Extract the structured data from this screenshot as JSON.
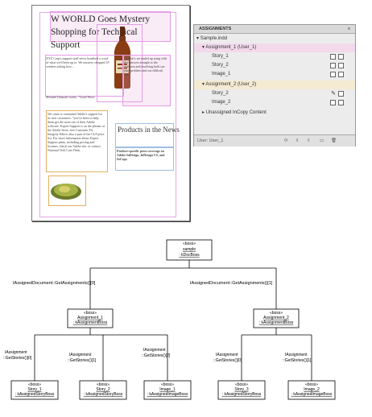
{
  "doc": {
    "headline": "W WORLD Goes Mystery Shopping for Technical Support",
    "intro_text": "XYZ Corp's support staff never breathed a word of what we'd been up to. We mystery shopped 18 vendors asking how...",
    "pull_quote": "\"Adobe's we ended up tying with the answers straight to the question and resolving both our easy problem and our difficult one.\"",
    "author_line": "Michael Dumont writes, \"Good News",
    "sidebar_text": "We came to commend Adobe's support for its new customers: \"you've been to help them get the most out of their Adobe software. Expert Support is on the phones at the Adobe Store, free Customer Fit, Integrity Editor, also a part of the CLP price list. For more information about Expert Support plans, including pricing and licenses, check our Adobe site, or contact National Tech Care Desk.",
    "news_heading": "Products in the News",
    "news_text": "Product-specific press coverage on Adobe InDesign, InDesign CS, and InCopy."
  },
  "panel": {
    "title": "ASSIGNMENTS",
    "rows": [
      {
        "label": "Sample.indd",
        "indent": 0,
        "expanded": true,
        "user": ""
      },
      {
        "label": "Assignment_1 (User_1)",
        "indent": 1,
        "expanded": true,
        "user": "User_1",
        "highlight": "#f2d9ec"
      },
      {
        "label": "Story_1",
        "indent": 2
      },
      {
        "label": "Story_2",
        "indent": 2
      },
      {
        "label": "Image_1",
        "indent": 2
      },
      {
        "label": "Assignment_2 (User_2)",
        "indent": 1,
        "expanded": true,
        "highlight": "#f5ead2"
      },
      {
        "label": "Story_2",
        "indent": 2
      },
      {
        "label": "Image_2",
        "indent": 2
      },
      {
        "label": "Unassigned InCopy Content",
        "indent": 1,
        "expanded": false
      }
    ],
    "footer_user": "User: User_1"
  },
  "diagram": {
    "stereotype": "«boss»",
    "nodes": {
      "root": {
        "name": "sample",
        "type": ": kDocBoss"
      },
      "a1": {
        "name": "Assignment_1",
        "type": ": kAssignmentBoss"
      },
      "a2": {
        "name": "Assignment_2",
        "type": ": kAssignmentBoss"
      },
      "s1": {
        "name": "Story_1",
        "type": ": kAssignedStoryBoss"
      },
      "s2": {
        "name": "Story_2",
        "type": ": kAssignedStoryBoss"
      },
      "i1": {
        "name": "Image_1",
        "type": ": kAssignedImageBoss"
      },
      "s3": {
        "name": "Story_3",
        "type": ": kAssignedStoryBoss"
      },
      "i2": {
        "name": "Image_2",
        "type": ": kAssignedImageBoss"
      }
    },
    "edge_labels": {
      "root_a1": "IAssignedDocument::GetAssignments()[0]",
      "root_a2": "IAssignedDocument::GetAssignments()[1]",
      "a1_s1_1": "IAssignment",
      "a1_s1_2": "::GetStories()[0]",
      "a1_s2_1": "IAssignment",
      "a1_s2_2": "::GetStories()[1]",
      "a1_i1_1": "IAssignment",
      "a1_i1_2": "::GetStories()[2]",
      "a2_s3_1": "IAssignment",
      "a2_s3_2": "::GetStories()[0]",
      "a2_i2_1": "IAssignment",
      "a2_i2_2": "::GetStories()[1]"
    }
  }
}
